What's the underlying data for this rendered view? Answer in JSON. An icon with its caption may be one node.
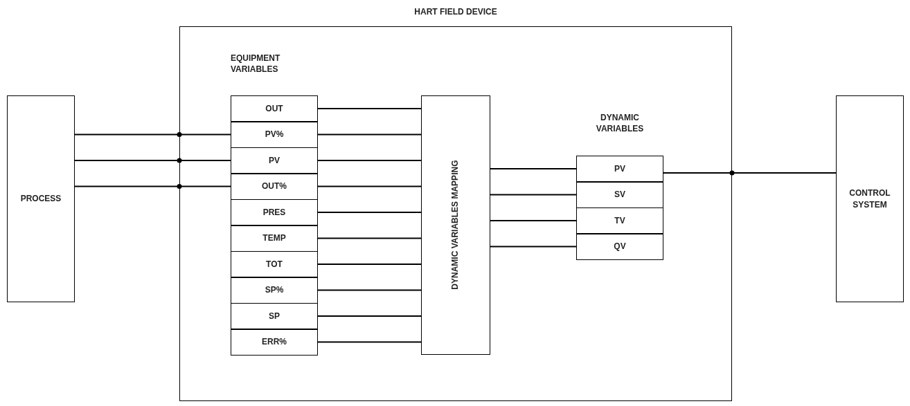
{
  "diagram": {
    "nodes": [
      {
        "text": [
          "PROCESS"
        ]
      },
      {
        "text": [
          "HART FIELD DEVICE"
        ]
      },
      {
        "text": [
          "OUT"
        ],
        "in": 1
      },
      {
        "text": [
          "PV%"
        ],
        "in": 1
      },
      {
        "text": [
          "PV"
        ],
        "in": 1
      },
      {
        "text": [
          "OUT%"
        ],
        "in": 1
      },
      {
        "text": [
          "PRES"
        ],
        "in": 1
      },
      {
        "text": [
          "TEMP"
        ],
        "in": 1
      },
      {
        "text": [
          "TOT"
        ],
        "in": 1
      },
      {
        "text": [
          "SP%"
        ],
        "in": 1
      },
      {
        "text": [
          "SP"
        ],
        "in": 1
      },
      {
        "text": [
          "ERR%"
        ],
        "in": 1
      },
      {
        "text": [
          "DYNAMIC VARIABLES MAPPING"
        ],
        "in": 1
      },
      {
        "text": [
          "PV"
        ],
        "in": 1
      },
      {
        "text": [
          "SV"
        ],
        "in": 1
      },
      {
        "text": [
          "TV"
        ],
        "in": 1
      },
      {
        "text": [
          "QV"
        ],
        "in": 1
      },
      {
        "text": [
          "CONTROL SYSTEM"
        ]
      }
    ],
    "edges": [
      {
        "from": 0,
        "to": 3,
        "arrow": "none"
      },
      {
        "from": 0,
        "to": 4,
        "arrow": "none"
      },
      {
        "from": 0,
        "to": 5,
        "arrow": "none"
      },
      {
        "from": 2,
        "to": 12,
        "arrow": "none"
      },
      {
        "from": 3,
        "to": 12,
        "arrow": "none"
      },
      {
        "from": 4,
        "to": 12,
        "arrow": "none"
      },
      {
        "from": 5,
        "to": 12,
        "arrow": "none"
      },
      {
        "from": 6,
        "to": 12,
        "arrow": "none"
      },
      {
        "from": 7,
        "to": 12,
        "arrow": "none"
      },
      {
        "from": 8,
        "to": 12,
        "arrow": "none"
      },
      {
        "from": 9,
        "to": 12,
        "arrow": "none"
      },
      {
        "from": 10,
        "to": 12,
        "arrow": "none"
      },
      {
        "from": 11,
        "to": 12,
        "arrow": "none"
      },
      {
        "from": 12,
        "to": 13,
        "arrow": "none"
      },
      {
        "from": 12,
        "to": 14,
        "arrow": "none"
      },
      {
        "from": 12,
        "to": 15,
        "arrow": "none"
      },
      {
        "from": 12,
        "to": 16,
        "arrow": "none"
      },
      {
        "from": 13,
        "to": 17,
        "arrow": "none"
      }
    ],
    "labels": [
      "EQUIPMENT VARIABLES",
      "DYNAMIC VARIABLES"
    ]
  }
}
